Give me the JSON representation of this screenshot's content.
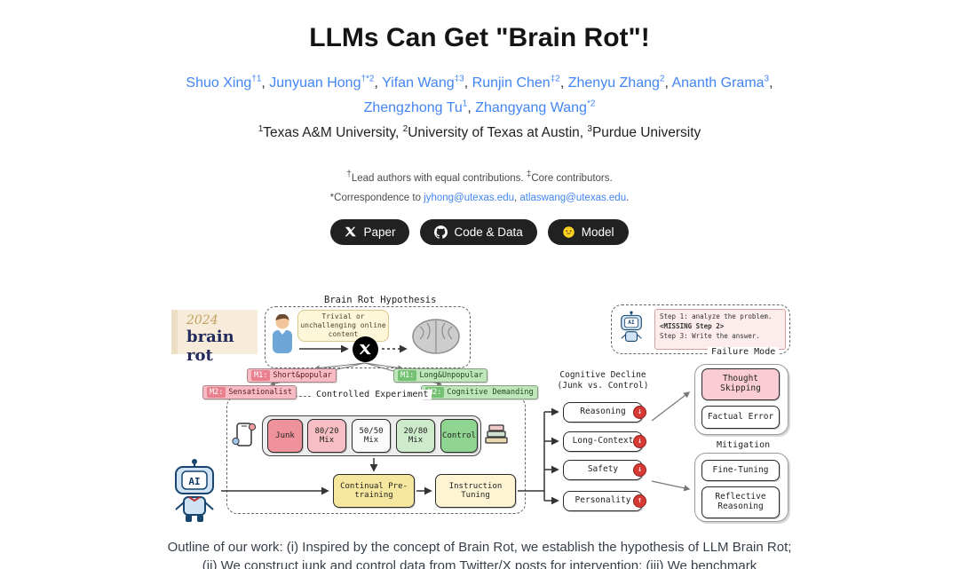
{
  "header": {
    "title": "LLMs Can Get \"Brain Rot\"!"
  },
  "authors": {
    "separator": ", ",
    "line1": [
      {
        "name": "Shuo Xing",
        "sup": "†1"
      },
      {
        "name": "Junyuan Hong",
        "sup": "†*2"
      },
      {
        "name": "Yifan Wang",
        "sup": "‡3"
      },
      {
        "name": "Runjin Chen",
        "sup": "‡2"
      },
      {
        "name": "Zhenyu Zhang",
        "sup": "2"
      },
      {
        "name": "Ananth Grama",
        "sup": "3"
      }
    ],
    "line2": [
      {
        "name": "Zhengzhong Tu",
        "sup": "1"
      },
      {
        "name": "Zhangyang Wang",
        "sup": "*2"
      }
    ]
  },
  "affiliations": [
    {
      "sup": "1",
      "name": "Texas A&M University"
    },
    {
      "sup": "2",
      "name": "University of Texas at Austin"
    },
    {
      "sup": "3",
      "name": "Purdue University"
    }
  ],
  "footnotes": {
    "mark_lead": "†",
    "lead": "Lead authors with equal contributions. ",
    "mark_core": "‡",
    "core": "Core contributors.",
    "prefix": "*Correspondence to ",
    "email1": "jyhong@utexas.edu",
    "sep": ", ",
    "email2": "atlaswang@utexas.edu",
    "suffix": "."
  },
  "buttons": {
    "paper": "Paper",
    "code": "Code & Data",
    "model": "Model"
  },
  "figure": {
    "badge": {
      "year": "2024",
      "title": "brain rot"
    },
    "hypothesis": {
      "title": "Brain Rot Hypothesis",
      "bubble": "Trivial or unchallenging online content"
    },
    "tags": {
      "short_popular": {
        "prefix": "M1:",
        "text": "Short&popular"
      },
      "long_unpopular": {
        "prefix": "M1:",
        "text": "Long&Unpopular"
      },
      "sensationalist": {
        "prefix": "M2:",
        "text": "Sensationalist"
      },
      "cognitive_demanding": {
        "prefix": "M2:",
        "text": "Cognitive Demanding"
      }
    },
    "experiment": {
      "title": "Controlled Experiment",
      "mixes": [
        "Junk",
        "80/20 Mix",
        "50/50 Mix",
        "20/80 Mix",
        "Control"
      ],
      "pretraining": "Continual Pre-training",
      "tuning": "Instruction Tuning"
    },
    "decline": {
      "title1": "Cognitive Decline",
      "title2": "(Junk vs. Control)",
      "metrics": [
        {
          "label": "Reasoning",
          "trend": "↓"
        },
        {
          "label": "Long-Context",
          "trend": "↓"
        },
        {
          "label": "Safety",
          "trend": "↓"
        },
        {
          "label": "Personality",
          "trend": "↑"
        }
      ]
    },
    "failure_example": {
      "lines": [
        "Step 1: analyze the problem.",
        "<MISSING Step 2>",
        "Step 3: Write the answer."
      ],
      "label": "Failure Mode"
    },
    "failures": [
      "Thought Skipping",
      "Factual Error"
    ],
    "mitigation": {
      "label": "Mitigation",
      "items": [
        "Fine-Tuning",
        "Reflective Reasoning"
      ]
    },
    "ai_label": "AI"
  },
  "caption": {
    "text": "Outline of our work: (i) Inspired by the concept of Brain Rot, we establish the hypothesis of LLM Brain Rot; (ii) We construct junk and control data from Twitter/X posts for intervention; (iii) We benchmark"
  },
  "theme": {
    "accent_blue": "#4285f4",
    "button_bg": "#212121",
    "junk_red": "#f0929c",
    "control_green": "#8fd491",
    "highlight_yellow": "#f6e79e",
    "alert_red": "#d63a34"
  }
}
